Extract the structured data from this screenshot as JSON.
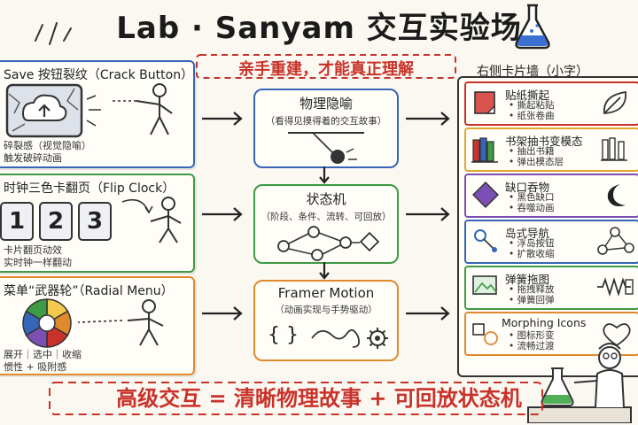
{
  "title": "Lab · Sanyam 交互实验场",
  "slogan": "亲手重建，才能真正理解",
  "right_header": "右侧卡片墙（小字）",
  "left_panels": [
    {
      "title": "Save 按钮裂纹（Crack Button）",
      "lines": [
        "碎裂感（视觉隐喻）",
        "触发破碎动画"
      ],
      "color": "#3566b8"
    },
    {
      "title": "时钟三色卡翻页（Flip Clock）",
      "lines": [
        "卡片翻页动效",
        "实时钟一样翻动"
      ],
      "digits": [
        "1",
        "2",
        "3"
      ],
      "color": "#3d9a45"
    },
    {
      "title": "菜单“武器轮”（Radial Menu）",
      "lines": [
        "展开｜选中｜收缩",
        "惯性 + 吸附感"
      ],
      "color": "#e08a2e"
    }
  ],
  "center_boxes": [
    {
      "title": "物理隐喻",
      "sub": "（看得见摸得着的交互故事）",
      "color": "#3566b8"
    },
    {
      "title": "状态机",
      "sub": "（阶段、条件、流转、可回放）",
      "color": "#3d9a45"
    },
    {
      "title": "Framer Motion",
      "sub": "（动画实现与手势驱动）",
      "code": "{ }",
      "color": "#e08a2e"
    }
  ],
  "cards": [
    {
      "title": "贴纸撕起",
      "lines": [
        "• 撕起粘贴",
        "• 纸张卷曲"
      ],
      "color": "#c8322a"
    },
    {
      "title": "书架抽书变模态",
      "lines": [
        "• 抽出书籍",
        "• 弹出模态层"
      ],
      "color": "#e0a82e"
    },
    {
      "title": "缺口吞物",
      "lines": [
        "• 黑色缺口",
        "• 吞噬动画"
      ],
      "color": "#7b4fb3"
    },
    {
      "title": "岛式导航",
      "lines": [
        "• 浮岛按钮",
        "• 扩散收缩"
      ],
      "color": "#3566b8"
    },
    {
      "title": "弹簧拖图",
      "lines": [
        "• 拖拽释放",
        "• 弹簧回弹"
      ],
      "color": "#3d9a45"
    },
    {
      "title": "Morphing Icons",
      "lines": [
        "• 图标形变",
        "• 流畅过渡"
      ],
      "color": "#e08a2e"
    }
  ],
  "bottom_line": "高级交互 = 清晰物理故事 + 可回放状态机"
}
